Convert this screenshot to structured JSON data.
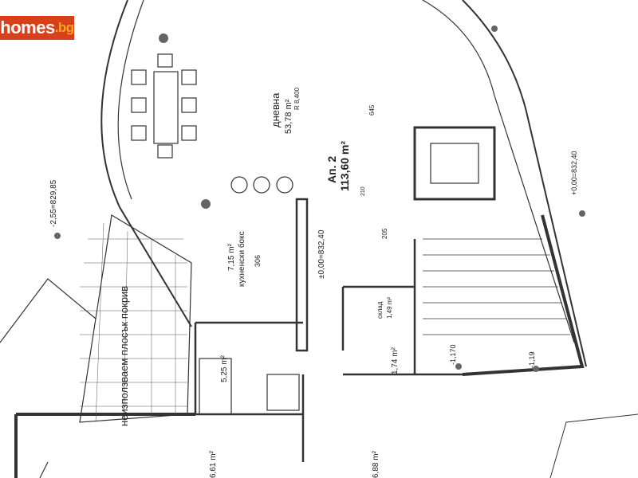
{
  "logo": {
    "name": "homes",
    "tld": ".bg",
    "bg_color": "#d8401a",
    "tld_color": "#f5a623"
  },
  "plan": {
    "apartment": "Ап. 2",
    "apartment_area": "113,60 m²",
    "living_room": "дневна",
    "living_area": "53,78 m²",
    "kitchen": "кухненски бокс",
    "kitchen_area": "7,15 m²",
    "kitchen_dim": "306",
    "level_main": "±0,00=832,40",
    "level_right": "+0,00=832,40",
    "level_left": "-2,55=829,85",
    "bath_area": "5,25 m²",
    "storage": "склад",
    "storage_area": "1,49 m²",
    "wc_area": "1,74 m²",
    "roof": "неизползваем плосък покрив",
    "radius": "R 8,400",
    "level_a": "-1,170",
    "level_b": "-1,19",
    "room_a_area": "6,61 m²",
    "room_b_area": "6,88 m²",
    "dim_645": "645",
    "dim_205": "205",
    "dim_210": "210"
  }
}
